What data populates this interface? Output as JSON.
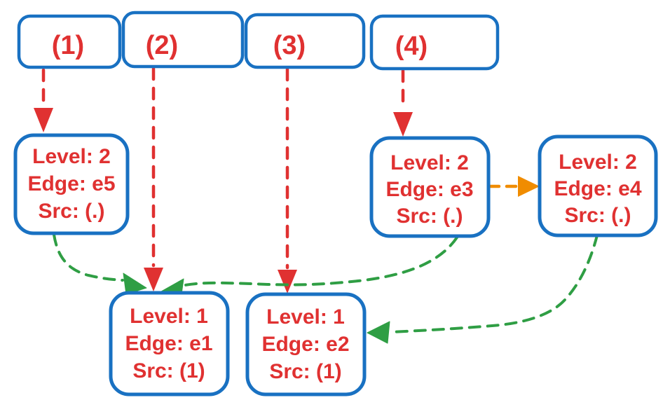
{
  "diagram": {
    "background": "#ffffff",
    "colors": {
      "node_border": "#1971c2",
      "node_text": "#e03131",
      "red_arrow": "#e03131",
      "green_arrow": "#2f9e44",
      "orange_arrow": "#f08c00"
    },
    "top_nodes": [
      {
        "label": "(1)"
      },
      {
        "label": "(2)"
      },
      {
        "label": "(3)"
      },
      {
        "label": "(4)"
      }
    ],
    "level2_nodes": [
      {
        "lines": [
          "Level: 2",
          "Edge: e5",
          "Src: (.)"
        ]
      },
      {
        "lines": [
          "Level: 2",
          "Edge: e3",
          "Src: (.)"
        ]
      },
      {
        "lines": [
          "Level: 2",
          "Edge: e4",
          "Src: (.)"
        ]
      }
    ],
    "level1_nodes": [
      {
        "lines": [
          "Level: 1",
          "Edge: e1",
          "Src: (1)"
        ]
      },
      {
        "lines": [
          "Level: 1",
          "Edge: e2",
          "Src: (1)"
        ]
      }
    ],
    "edges": [
      {
        "from": "(1)",
        "to": "e5-node",
        "color": "red",
        "style": "dashed"
      },
      {
        "from": "(2)",
        "to": "e1-node",
        "color": "red",
        "style": "dashed"
      },
      {
        "from": "(3)",
        "to": "e2-node",
        "color": "red",
        "style": "dashed"
      },
      {
        "from": "(4)",
        "to": "e3-node",
        "color": "red",
        "style": "dashed"
      },
      {
        "from": "e3-node",
        "to": "e4-node",
        "color": "orange",
        "style": "dashed"
      },
      {
        "from": "e5-node",
        "to": "e1-node",
        "color": "green",
        "style": "dashed"
      },
      {
        "from": "e3-node",
        "to": "e1-node",
        "color": "green",
        "style": "dashed"
      },
      {
        "from": "e4-node",
        "to": "e2-node",
        "color": "green",
        "style": "dashed"
      }
    ]
  }
}
